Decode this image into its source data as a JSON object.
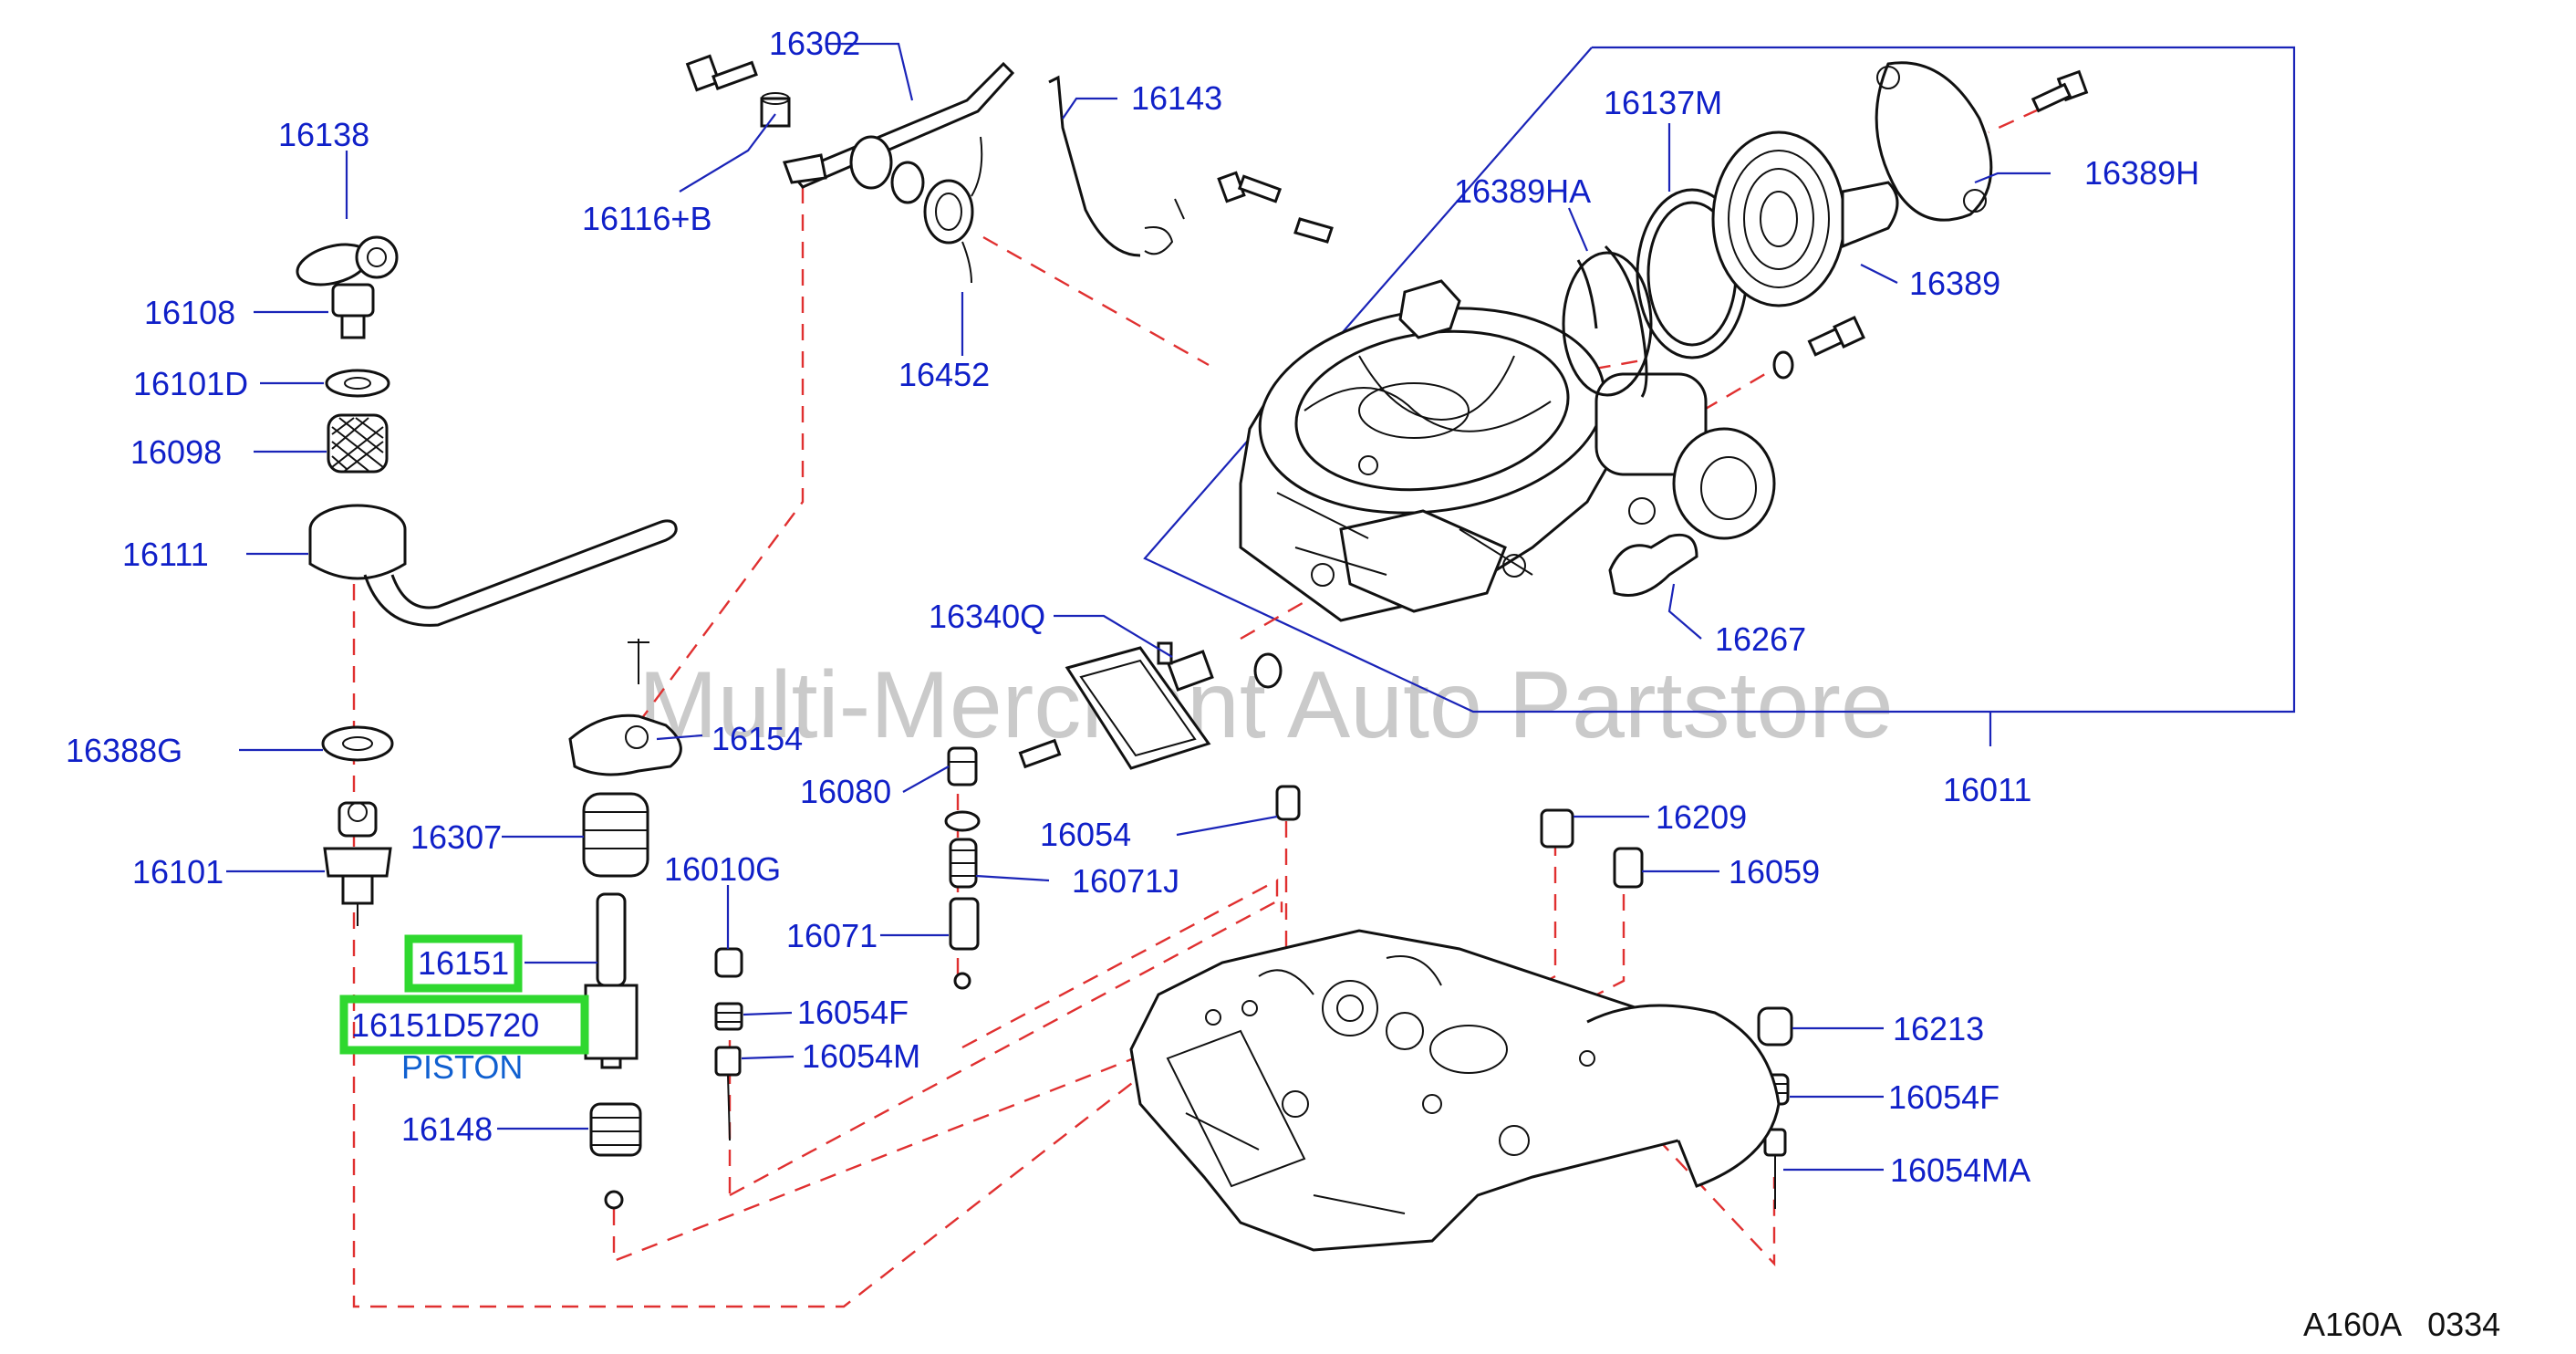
{
  "title": "",
  "watermark": "Multi-Merchant Auto Partstore",
  "reference_code": "A160A   0334",
  "highlighted": {
    "part": "16151",
    "part_number": "16151D5720",
    "description": "PISTON"
  },
  "parts": [
    "16302",
    "16143",
    "16138",
    "16116+B",
    "16137M",
    "16389HA",
    "16389H",
    "16389",
    "16108",
    "16101D",
    "16452",
    "16098",
    "16111",
    "16267",
    "16340Q",
    "16154",
    "16388G",
    "16011",
    "16080",
    "16054",
    "16209",
    "16307",
    "16101",
    "16010G",
    "16071J",
    "16059",
    "16071",
    "16151",
    "16054F",
    "16213",
    "16054M",
    "16054F",
    "16148",
    "16054MA"
  ],
  "colors": {
    "label": "#1020c8",
    "leader": "#1a24b8",
    "dashed": "#e03030",
    "highlight": "#2fd82f",
    "piston": "#1060d0"
  }
}
